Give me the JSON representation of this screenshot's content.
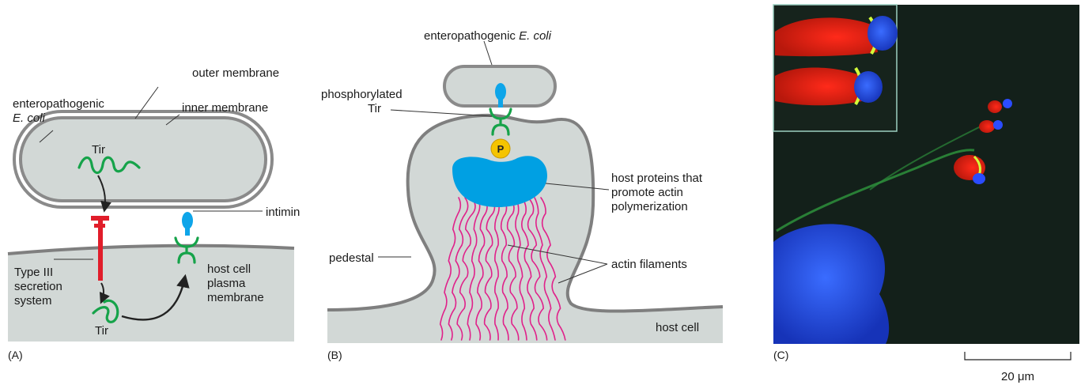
{
  "panel_a": {
    "letter": "(A)",
    "bacterium_line1": "enteropathogenic",
    "bacterium_line2": "E. coli",
    "outer_membrane": "outer membrane",
    "inner_membrane": "inner membrane",
    "tir_top": "Tir",
    "tir_bottom": "Tir",
    "intimin": "intimin",
    "secretion_line1": "Type III",
    "secretion_line2": "secretion",
    "secretion_line3": "system",
    "host_line1": "host cell",
    "host_line2": "plasma",
    "host_line3": "membrane"
  },
  "panel_b": {
    "letter": "(B)",
    "bacterium_prefix": "enteropathogenic ",
    "bacterium_italic": "E. coli",
    "phospho_line1": "phosphorylated",
    "phospho_line2": "Tir",
    "p_symbol": "P",
    "host_proteins_line1": "host proteins that",
    "host_proteins_line2": "promote actin",
    "host_proteins_line3": "polymerization",
    "pedestal": "pedestal",
    "actin_filaments": "actin filaments",
    "host_cell": "host cell"
  },
  "panel_c": {
    "letter": "(C)",
    "scale_bar": "20 μm"
  },
  "colors": {
    "cell_fill": "#d2d8d6",
    "membrane": "#7f7f7f",
    "tir_green": "#16a34a",
    "intimin_blue": "#0ea5e9",
    "secretion_red": "#e11d2a",
    "actin_magenta": "#e0218a",
    "phosphate_yellow": "#f5c400",
    "micrograph_bg": "#13201a"
  }
}
